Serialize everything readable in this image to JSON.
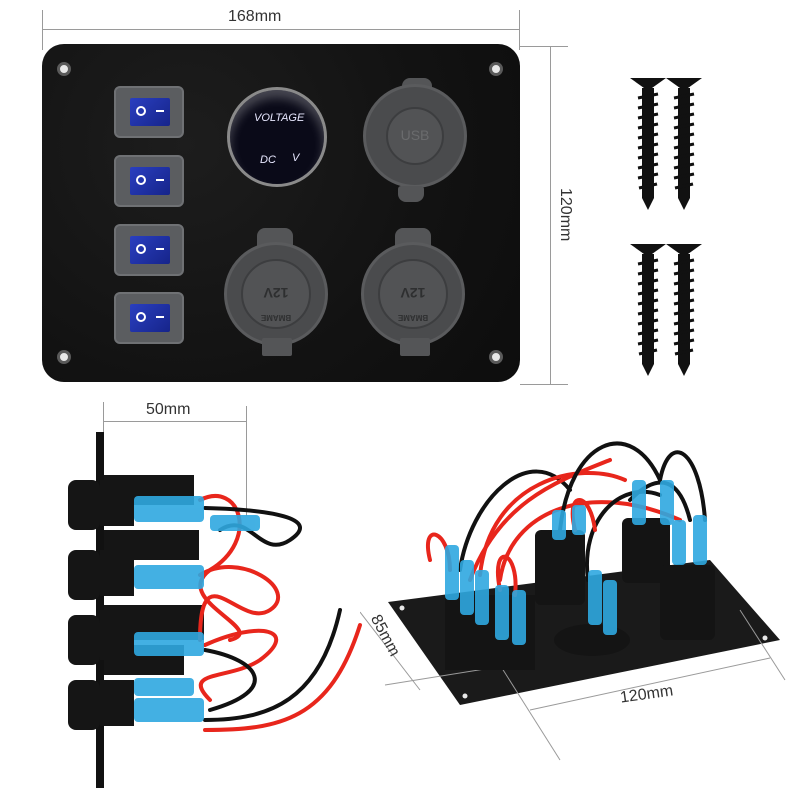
{
  "dimensions": {
    "front_width": "168mm",
    "front_height": "120mm",
    "side_depth": "50mm",
    "angled_depth": "85mm",
    "angled_width": "120mm"
  },
  "front_panel": {
    "switches": [
      {
        "on_symbol": "O",
        "off_symbol": "-"
      },
      {
        "on_symbol": "O",
        "off_symbol": "-"
      },
      {
        "on_symbol": "O",
        "off_symbol": "-"
      },
      {
        "on_symbol": "O",
        "off_symbol": "-"
      }
    ],
    "voltmeter": {
      "title": "VOLTAGE",
      "dc_label": "DC",
      "unit_label": "V"
    },
    "usb_cap": {
      "label": "USB"
    },
    "power_sockets": [
      {
        "label": "12V",
        "sub_label": "BMAME"
      },
      {
        "label": "12V",
        "sub_label": "BMAME"
      }
    ]
  },
  "screws": {
    "count": 4
  },
  "colors": {
    "panel": "#141414",
    "rocker_blue": "#1b2c9e",
    "terminal_blue": "#2fa8e0",
    "wire_red": "#e8261c",
    "wire_black": "#111111",
    "dim_line": "#9a9a9a"
  }
}
